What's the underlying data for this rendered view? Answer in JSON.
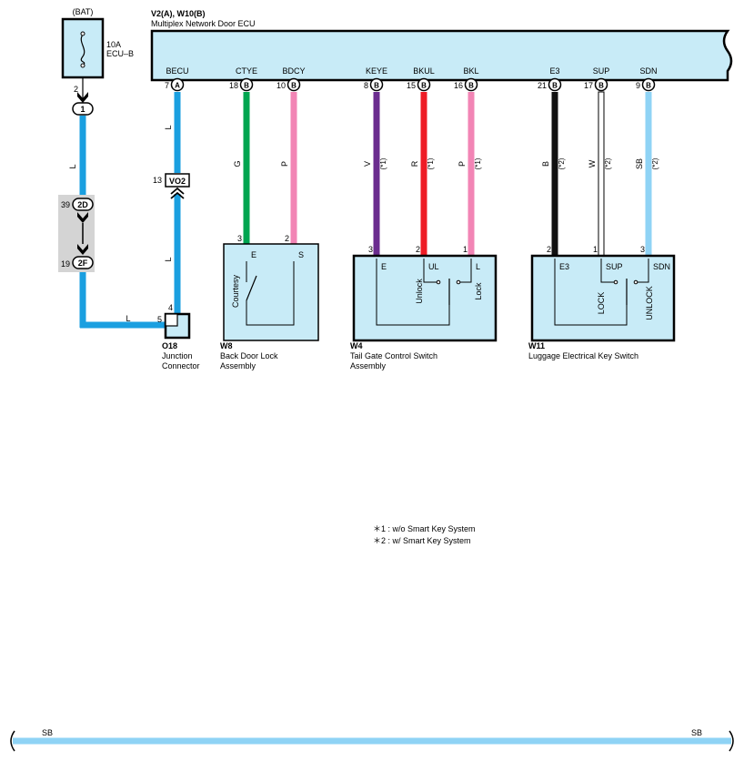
{
  "ecu": {
    "connector_title": "V2(A), W10(B)",
    "name": "Multiplex Network Door ECU",
    "pins": [
      {
        "name": "BECU",
        "num": "7",
        "conn": "A"
      },
      {
        "name": "CTYE",
        "num": "18",
        "conn": "B"
      },
      {
        "name": "BDCY",
        "num": "10",
        "conn": "B"
      },
      {
        "name": "KEYE",
        "num": "8",
        "conn": "B"
      },
      {
        "name": "BKUL",
        "num": "15",
        "conn": "B"
      },
      {
        "name": "BKL",
        "num": "16",
        "conn": "B"
      },
      {
        "name": "E3",
        "num": "21",
        "conn": "B"
      },
      {
        "name": "SUP",
        "num": "17",
        "conn": "B"
      },
      {
        "name": "SDN",
        "num": "9",
        "conn": "B"
      }
    ]
  },
  "fuse": {
    "source": "(BAT)",
    "rating": "10A",
    "name": "ECU–B",
    "pin_out": "2",
    "connector": "1"
  },
  "splice": {
    "top_num": "39",
    "top_label": "2D",
    "bottom_num": "19",
    "bottom_label": "2F"
  },
  "vo2": {
    "num": "13",
    "label": "VO2"
  },
  "junction": {
    "id": "O18",
    "line1": "Junction",
    "line2": "Connector",
    "pin_a": "4",
    "pin_b": "5"
  },
  "wire_colors": {
    "L": "#1a9fe0",
    "G": "#00a550",
    "P": "#f285b5",
    "V": "#6b2d8f",
    "R": "#ee1c25",
    "B": "#111111",
    "W": "#ffffff",
    "SB": "#8fd3f5"
  },
  "wires": {
    "w1": "L",
    "w2": "L",
    "w3": "L",
    "w4": "L",
    "w5": "L",
    "ctye": "G",
    "bdcy": "P",
    "keye": "V",
    "keye_n": "(*1)",
    "bkul": "R",
    "bkul_n": "(*1)",
    "bkl": "P",
    "bkl_n": "(*1)",
    "e3": "B",
    "e3_n": "(*2)",
    "sup": "W",
    "sup_n": "(*2)",
    "sdn": "SB",
    "sdn_n": "(*2)"
  },
  "w8": {
    "id": "W8",
    "line1": "Back Door Lock",
    "line2": "Assembly",
    "pin_e": "3",
    "pin_s": "2",
    "term_e": "E",
    "term_s": "S",
    "switch": "Courtesy"
  },
  "w4": {
    "id": "W4",
    "line1": "Tail Gate Control Switch",
    "line2": "Assembly",
    "pin_e": "3",
    "pin_ul": "2",
    "pin_l": "1",
    "term_e": "E",
    "term_ul": "UL",
    "term_l": "L",
    "unlock": "Unlock",
    "lock": "Lock"
  },
  "w11": {
    "id": "W11",
    "line1": "Luggage Electrical Key Switch",
    "pin_e3": "2",
    "pin_sup": "1",
    "pin_sdn": "3",
    "term_e3": "E3",
    "term_sup": "SUP",
    "term_sdn": "SDN",
    "lock": "LOCK",
    "unlock": "UNLOCK"
  },
  "notes": [
    "＊1 : w/o Smart Key System",
    "＊2 : w/ Smart Key System"
  ],
  "bottom_bus": {
    "left": "SB",
    "right": "SB"
  }
}
